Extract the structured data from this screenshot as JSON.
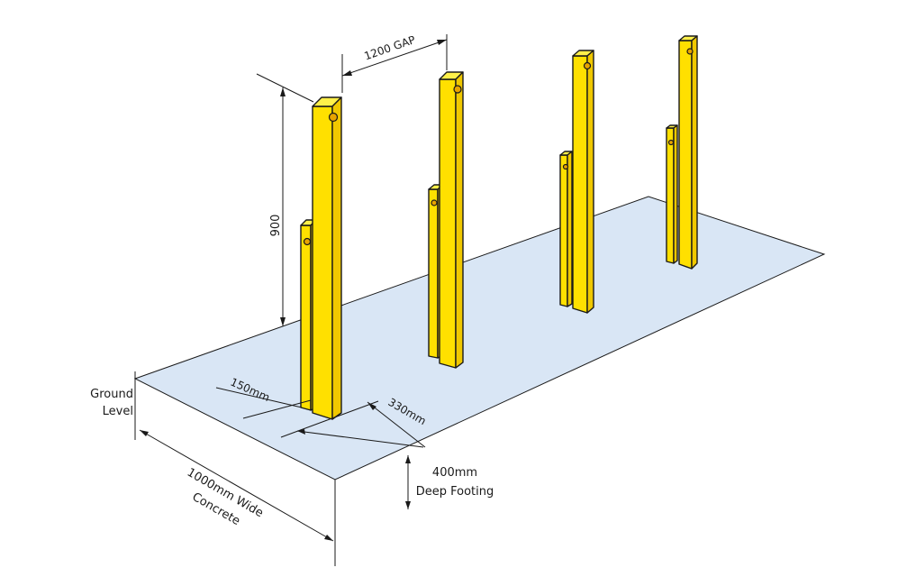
{
  "labels": {
    "gap": "1200 GAP",
    "height": "900",
    "ground_line1": "Ground",
    "ground_line2": "Level",
    "dim_150": "150mm",
    "dim_330": "330mm",
    "footing_line1": "400mm",
    "footing_line2": "Deep Footing",
    "concrete_line1": "1000mm Wide",
    "concrete_line2": "Concrete"
  },
  "colors": {
    "slab": "#d9e6f5",
    "post": "#ffe000",
    "outline": "#1a1a1a"
  }
}
